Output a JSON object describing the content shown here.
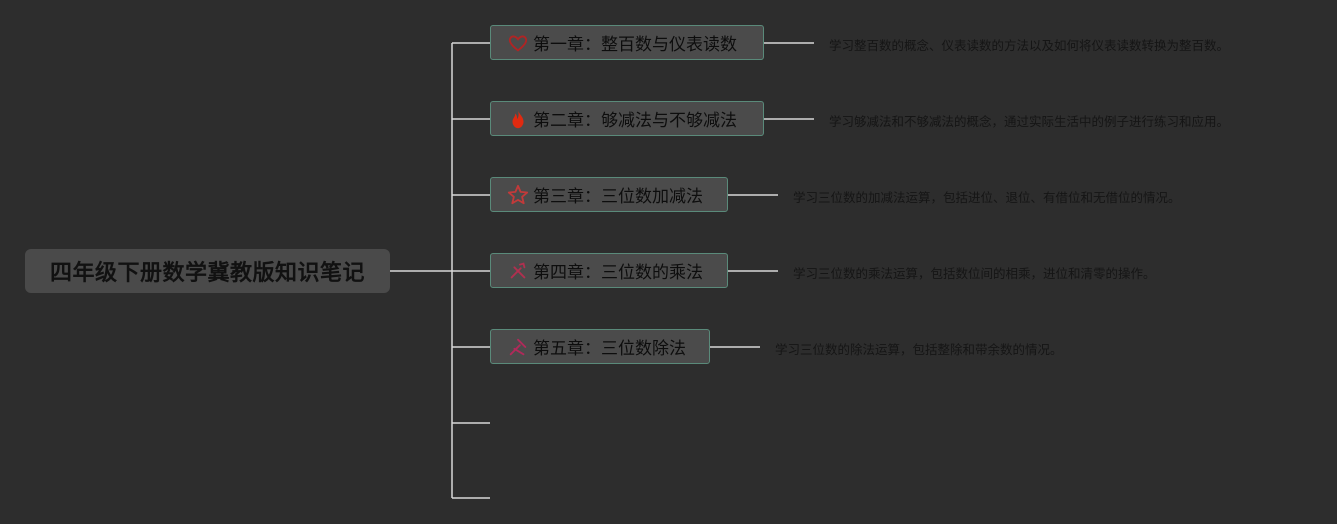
{
  "root": {
    "title": "四年级下册数学冀教版知识笔记"
  },
  "chapters": [
    {
      "icon": "heart-icon",
      "color": "#b02424",
      "title": "第一章：整百数与仪表读数",
      "desc": "学习整百数的概念、仪表读数的方法以及如何将仪表读数转换为整百数。"
    },
    {
      "icon": "flame-icon",
      "color": "#e02a10",
      "title": "第二章：够减法与不够减法",
      "desc": "学习够减法和不够减法的概念，通过实际生活中的例子进行练习和应用。"
    },
    {
      "icon": "star-icon",
      "color": "#c23a3a",
      "title": "第三章：三位数加减法",
      "desc": "学习三位数的加减法运算，包括进位、退位、有借位和无借位的情况。"
    },
    {
      "icon": "tools-icon",
      "color": "#b03050",
      "title": "第四章：三位数的乘法",
      "desc": "学习三位数的乘法运算，包括数位间的相乘，进位和清零的操作。"
    },
    {
      "icon": "pencil-ruler-icon",
      "color": "#b02a5a",
      "title": "第五章：三位数除法",
      "desc": "学习三位数的除法运算，包括整除和带余数的情况。"
    }
  ]
}
